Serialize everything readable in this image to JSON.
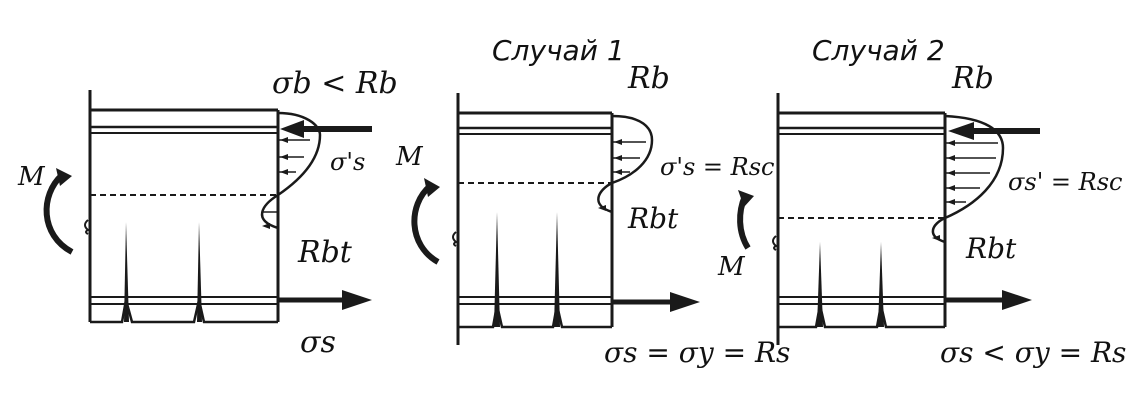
{
  "panels": [
    {
      "caption": "",
      "moment_label": "M",
      "compressive_stress_label": "σb < Rb",
      "compressive_rebar_label": "σ's",
      "tensile_concrete_label": "Rbt",
      "tensile_rebar_label": "σs"
    },
    {
      "caption": "Случай 1",
      "moment_label": "M",
      "compressive_stress_label": "Rb",
      "compressive_rebar_label": "σ's = Rsc",
      "tensile_concrete_label": "Rbt",
      "tensile_rebar_label": "σs = σy = Rs"
    },
    {
      "caption": "Случай 2",
      "moment_label": "M",
      "compressive_stress_label": "Rb",
      "compressive_rebar_label": "σs' = Rsc",
      "tensile_concrete_label": "Rbt",
      "tensile_rebar_label": "σs < σy = Rs"
    }
  ],
  "colors": {
    "ink": "#1a1a1a",
    "background": "#ffffff"
  }
}
